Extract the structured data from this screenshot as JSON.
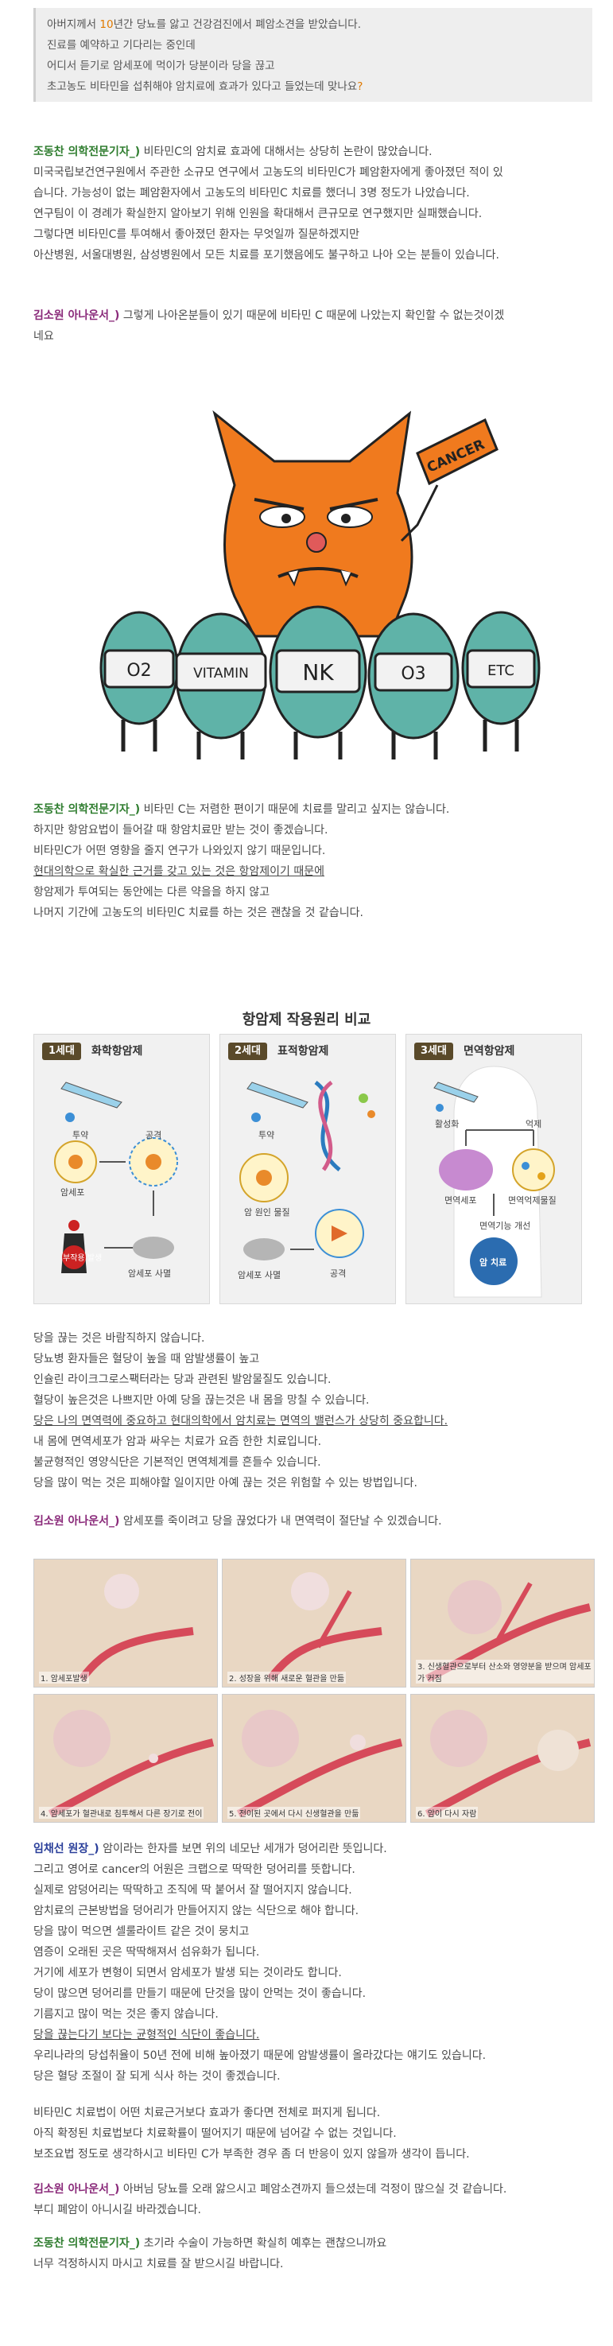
{
  "quote": {
    "lines": [
      {
        "pre": "아버지께서 ",
        "hl": "10",
        "post": "년간 당뇨를 앓고 건강검진에서 폐암소견을 받았습니다."
      },
      {
        "pre": "진료를 예약하고 기다리는 중인데",
        "hl": "",
        "post": ""
      },
      {
        "pre": "어디서 듣기로 암세포에 먹이가 당분이라 당을 끊고",
        "hl": "",
        "post": ""
      },
      {
        "pre": "초고농도 비타민을 섭취해야 암치료에 효과가 있다고 들었는데 맞나요",
        "hl": "?",
        "post": ""
      }
    ]
  },
  "block1": {
    "speaker": "조동찬 의학전문기자_)",
    "lines": [
      " 비타민C의 암치료 효과에 대해서는 상당히 논란이 많았습니다.",
      "미국국립보건연구원에서 주관한 소규모 연구에서 고농도의 비타민C가 폐암환자에게 좋아졌던 적이 있",
      "습니다. 가능성이 없는 폐암환자에서 고농도의 비타민C 치료를 했더니 3명 정도가 나았습니다.",
      "연구팀이 이 경례가 확실한지 알아보기 위해 인원을 확대해서 큰규모로 연구했지만 실패했습니다.",
      "그렇다면 비타민C를 투여해서 좋아졌던 환자는 무엇일까 질문하겠지만",
      "아산병원, 서울대병원, 삼성병원에서 모든 치료를 포기했음에도 불구하고 나아 오는 분들이 있습니다."
    ]
  },
  "block2": {
    "speaker": "김소원 아나운서_)",
    "lines": [
      " 그렇게 나아온분들이 있기 때문에 비타민 C 때문에 나았는지 확인할 수 없는것이겠",
      "네요"
    ]
  },
  "illustration": {
    "sign": "CANCER",
    "shields": [
      "O2",
      "VITAMIN",
      "NK",
      "O3",
      "ETC"
    ],
    "colors": {
      "cancer": "#f07a1e",
      "cell": "#5fb3a8",
      "shield": "#f2f2f2"
    }
  },
  "block3": {
    "speaker": "조동찬 의학전문기자_)",
    "lines": [
      " 비타민 C는 저렴한 편이기 때문에 치료를 말리고 싶지는 않습니다.",
      "하지만 항암요법이 들어갈 때 항암치료만 받는 것이 좋겠습니다.",
      "비타민C가 어떤 영향을 줄지 연구가 나와있지 않기 때문입니다.",
      "현대의학으로 확실한 근거를 갖고 있는 것은 항암제이기 때문에",
      "항암제가 투여되는 동안에는 다른 약을을 하지 않고",
      "나머지 기간에 고농도의 비타민C 치료를 하는 것은 괜찮을 것 같습니다."
    ]
  },
  "chart": {
    "title": "항암제 작용원리 비교",
    "panels": [
      {
        "tag": "1세대",
        "title": "화학항암제",
        "color": "#e8a21c",
        "labels": [
          "투약",
          "공격",
          "암세포",
          "부작용 발생",
          "암세포 사멸"
        ]
      },
      {
        "tag": "2세대",
        "title": "표적항암제",
        "color": "#e8a21c",
        "labels": [
          "투약",
          "암 원인 물질",
          "암세포 사멸",
          "공격"
        ]
      },
      {
        "tag": "3세대",
        "title": "면역항암제",
        "color": "#e8a21c",
        "labels": [
          "활성화",
          "억제",
          "면역세포",
          "면역억제물질",
          "면역기능 개선",
          "암 치료"
        ]
      }
    ]
  },
  "block4": {
    "lines": [
      "당을 끊는 것은 바람직하지 않습니다.",
      "당뇨병 환자들은 혈당이 높을 때 암발생률이 높고",
      "인슐린 라이크그로스팩터라는 당과 관련된 발암물질도 있습니다.",
      "혈당이 높은것은 나쁘지만 아예 당을 끊는것은 내 몸을 망칠 수 있습니다.",
      "당은 나의 면역력에 중요하고 현대의학에서 암치료는 면역의 밸런스가 상당히 중요합니다.",
      "내 몸에 면역세포가 암과 싸우는 치료가 요즘 한한 치료입니다.",
      "불균형적인 영양식단은 기본적인 면역체계를 흔들수 있습니다.",
      "당을 많이 먹는 것은 피해야할 일이지만 아예 끊는 것은 위험할 수 있는 방법입니다."
    ]
  },
  "block5": {
    "speaker": "김소원 아나운서_)",
    "lines": [
      " 암세포를 죽이려고 당을 끊었다가 내 면역력이 절단날 수 있겠습니다."
    ]
  },
  "sequence": {
    "captions": [
      "1. 암세포발생",
      "2. 성장을 위해 새로운 혈관을 만듦",
      "3. 신생혈관으로부터 산소와 영양분을 받으며 암세포가 커짐",
      "4. 암세포가 혈관내로 침투해서 다른 장기로 전이",
      "5. 전이된 곳에서 다시 신생혈관을 만듦",
      "6. 암이 다시 자람"
    ]
  },
  "block6": {
    "speaker": "임채선 원장_)",
    "lines": [
      " 암이라는 한자를 보면 위의 네모난 세개가 덩어리란 뜻입니다.",
      "그리고 영어로 cancer의 어원은 크랩으로 딱딱한 덩어리를 뜻합니다.",
      "실제로 암덩어리는 딱딱하고 조직에 딱 붙어서 잘 떨어지지 않습니다.",
      "암치료의 근본방법을 덩어리가 만들어지지 않는 식단으로 해야 합니다.",
      "당을 많이 먹으면 셀룰라이트 같은 것이 뭉치고",
      "염증이 오래된 곳은 딱딱해져서 섬유화가 됩니다.",
      "거기에 세포가 변형이 되면서 암세포가 발생 되는 것이라도 합니다.",
      "당이 많으면 덩어리를 만들기 때문에 단것을 많이 안먹는 것이 좋습니다.",
      "기름지고 많이 먹는 것은 좋지 않습니다.",
      "당을 끊는다기 보다는 균형적인 식단이 좋습니다.",
      "우리나라의 당섭취율이 50년 전에 비해 높아졌기 때문에 암발생률이 올라갔다는 얘기도 있습니다.",
      "당은 혈당 조절이 잘 되게 식사 하는 것이 좋겠습니다."
    ]
  },
  "block7": {
    "lines": [
      "비타민C 치료법이 어떤 치료근거보다 효과가 좋다면 전체로 퍼지게 됩니다.",
      "아직 확정된 치료법보다 치료확률이 떨어지기 때문에 넘어갈 수 없는 것입니다.",
      "보조요법 정도로 생각하시고 비타민 C가 부족한 경우 좀 더 반응이 있지 않을까 생각이 듭니다."
    ]
  },
  "block8": {
    "speaker": "김소원 아나운서_)",
    "lines": [
      " 아버님 당뇨를 오래 앓으시고 폐암소견까지 들으셨는데 걱정이 많으실 것 같습니다.",
      "부디 폐암이 아니시길 바라겠습니다."
    ]
  },
  "block9": {
    "speaker": "조동찬 의학전문기자_)",
    "lines": [
      " 초기라 수술이 가능하면 확실히 예후는 괜찮으니까요",
      "너무 걱정하시지 마시고 치료를 잘 받으시길 바랍니다."
    ]
  }
}
